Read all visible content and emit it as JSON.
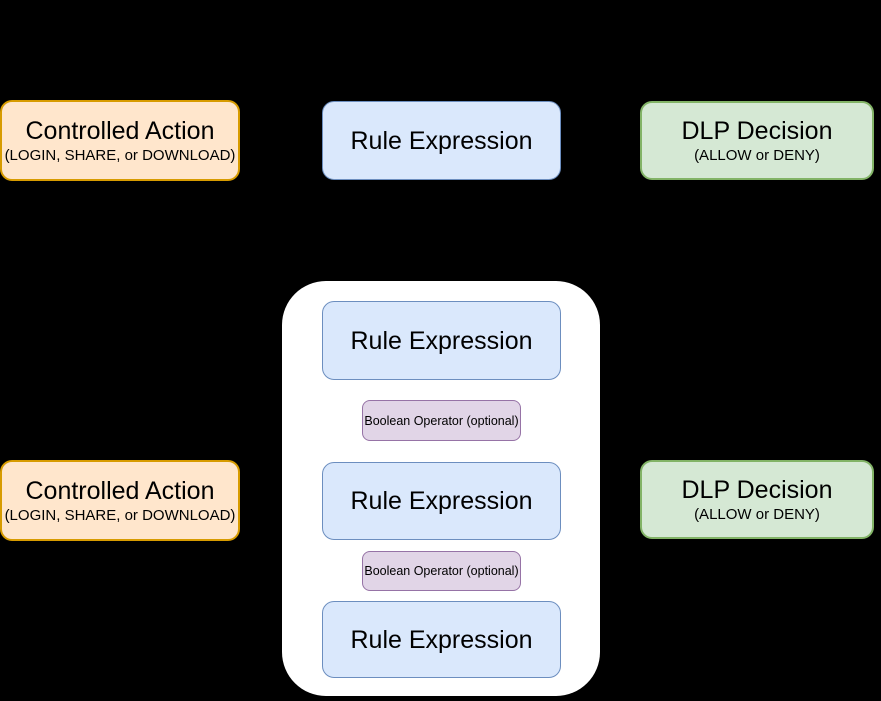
{
  "colors": {
    "background": "#000000",
    "orange_fill": "#FFE6CC",
    "orange_border": "#D79B00",
    "blue_fill": "#DAE8FC",
    "blue_border": "#6C8EBF",
    "green_fill": "#D5E8D4",
    "green_border": "#82B366",
    "purple_fill": "#E1D5E7",
    "purple_border": "#9673A6",
    "container_fill": "#FFFFFF",
    "text": "#000000"
  },
  "diagram": {
    "top_row": {
      "controlled_action": {
        "title": "Controlled Action",
        "subtitle": "(LOGIN, SHARE, or DOWNLOAD)"
      },
      "rule_expression": {
        "title": "Rule Expression"
      },
      "dlp_decision": {
        "title": "DLP Decision",
        "subtitle": "(ALLOW or DENY)"
      }
    },
    "bottom_row": {
      "controlled_action": {
        "title": "Controlled Action",
        "subtitle": "(LOGIN, SHARE, or DOWNLOAD)"
      },
      "rule_group": {
        "rule_expression_1": "Rule Expression",
        "boolean_operator_1": "Boolean Operator (optional)",
        "rule_expression_2": "Rule Expression",
        "boolean_operator_2": "Boolean Operator (optional)",
        "rule_expression_3": "Rule Expression"
      },
      "dlp_decision": {
        "title": "DLP Decision",
        "subtitle": "(ALLOW or DENY)"
      }
    }
  }
}
